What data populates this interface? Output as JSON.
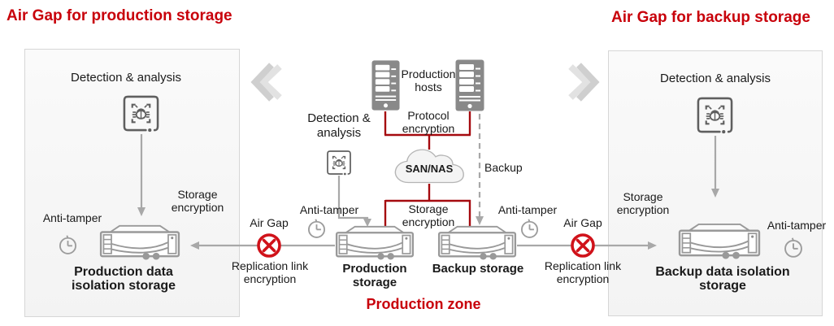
{
  "titles": {
    "left": "Air Gap for production storage",
    "right": "Air Gap for backup storage"
  },
  "left_panel": {
    "detection_label": "Detection & analysis",
    "storage_encryption_label": "Storage encryption",
    "anti_tamper_label": "Anti-tamper",
    "storage_name": "Production data isolation storage"
  },
  "production_zone": {
    "zone_label": "Production zone",
    "hosts_label": "Production hosts",
    "protocol_encryption_label": "Protocol encryption",
    "network_label": "SAN/NAS",
    "backup_flow_label": "Backup",
    "detection_label": "Detection & analysis",
    "storage_encryption_label": "Storage encryption",
    "anti_tamper_left_label": "Anti-tamper",
    "anti_tamper_right_label": "Anti-tamper",
    "production_storage_name": "Production storage",
    "backup_storage_name": "Backup storage"
  },
  "air_gap_left": {
    "label": "Air Gap",
    "link_label": "Replication link encryption"
  },
  "air_gap_right": {
    "label": "Air Gap",
    "link_label": "Replication link encryption"
  },
  "right_panel": {
    "detection_label": "Detection & analysis",
    "storage_encryption_label": "Storage encryption",
    "anti_tamper_label": "Anti-tamper",
    "storage_name": "Backup data isolation storage"
  },
  "colors": {
    "title_red": "#c8000a",
    "line_red": "#a50a0f",
    "airgap_red": "#d0121a",
    "gray_line": "#a8a8a8",
    "icon_gray": "#6b6b6b",
    "panel_bg": "#f7f7f7"
  }
}
